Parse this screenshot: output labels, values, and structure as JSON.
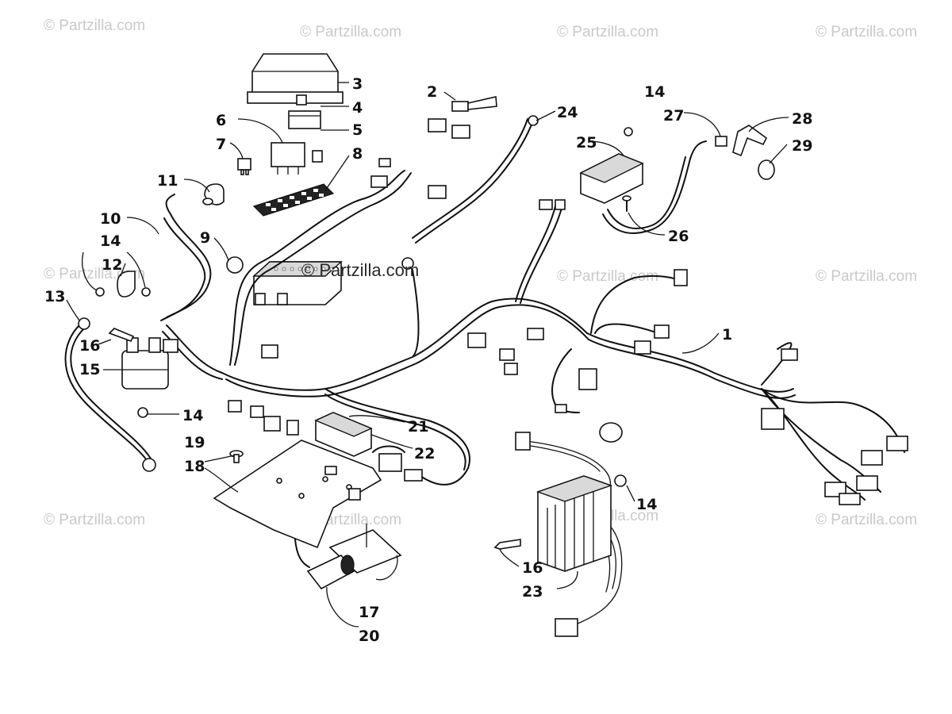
{
  "watermark": {
    "text": "© Partzilla.com",
    "center_text": "© Partzilla.com"
  },
  "callouts": {
    "c1": "1",
    "c2": "2",
    "c3": "3",
    "c4": "4",
    "c5": "5",
    "c6": "6",
    "c7": "7",
    "c8": "8",
    "c9": "9",
    "c10": "10",
    "c11": "11",
    "c12": "12",
    "c13": "13",
    "c14a": "14",
    "c14b": "14",
    "c14c": "14",
    "c14d": "14",
    "c15": "15",
    "c16a": "16",
    "c16b": "16",
    "c17": "17",
    "c18": "18",
    "c19": "19",
    "c20": "20",
    "c21": "21",
    "c22": "22",
    "c23": "23",
    "c24": "24",
    "c25": "25",
    "c26": "26",
    "c27": "27",
    "c28": "28",
    "c29": "29"
  },
  "colors": {
    "line": "#111111",
    "watermark": "#c9c9c9",
    "fill_light": "#d9d9d9"
  }
}
